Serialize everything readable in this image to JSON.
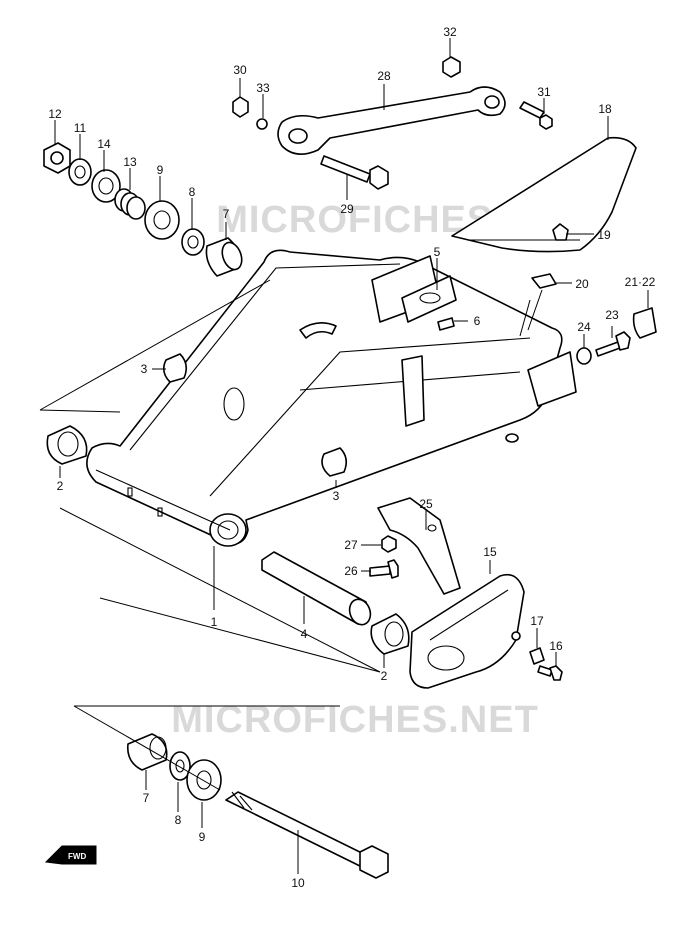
{
  "watermark": {
    "text": "MICROFICHES.NET"
  },
  "fwd_badge": {
    "label": "FWD"
  },
  "callouts": [
    {
      "id": "c12",
      "label": "12"
    },
    {
      "id": "c11",
      "label": "11"
    },
    {
      "id": "c14",
      "label": "14"
    },
    {
      "id": "c13",
      "label": "13"
    },
    {
      "id": "c9a",
      "label": "9"
    },
    {
      "id": "c8a",
      "label": "8"
    },
    {
      "id": "c7a",
      "label": "7"
    },
    {
      "id": "c30",
      "label": "30"
    },
    {
      "id": "c33",
      "label": "33"
    },
    {
      "id": "c28",
      "label": "28"
    },
    {
      "id": "c32",
      "label": "32"
    },
    {
      "id": "c31",
      "label": "31"
    },
    {
      "id": "c29",
      "label": "29"
    },
    {
      "id": "c18",
      "label": "18"
    },
    {
      "id": "c19",
      "label": "19"
    },
    {
      "id": "c20",
      "label": "20"
    },
    {
      "id": "c2122",
      "label": "21·22"
    },
    {
      "id": "c23",
      "label": "23"
    },
    {
      "id": "c24",
      "label": "24"
    },
    {
      "id": "c5",
      "label": "5"
    },
    {
      "id": "c6",
      "label": "6"
    },
    {
      "id": "c3a",
      "label": "3"
    },
    {
      "id": "c3b",
      "label": "3"
    },
    {
      "id": "c2a",
      "label": "2"
    },
    {
      "id": "c25",
      "label": "25"
    },
    {
      "id": "c27",
      "label": "27"
    },
    {
      "id": "c26",
      "label": "26"
    },
    {
      "id": "c15",
      "label": "15"
    },
    {
      "id": "c17",
      "label": "17"
    },
    {
      "id": "c16",
      "label": "16"
    },
    {
      "id": "c1",
      "label": "1"
    },
    {
      "id": "c4",
      "label": "4"
    },
    {
      "id": "c2b",
      "label": "2"
    },
    {
      "id": "c7b",
      "label": "7"
    },
    {
      "id": "c8b",
      "label": "8"
    },
    {
      "id": "c9b",
      "label": "9"
    },
    {
      "id": "c10",
      "label": "10"
    }
  ]
}
